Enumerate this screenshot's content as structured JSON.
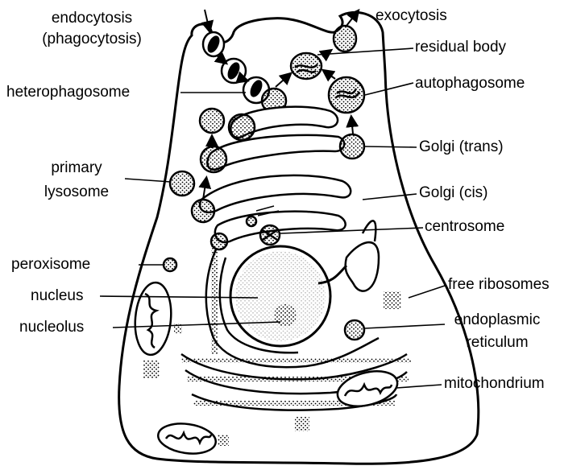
{
  "labels": {
    "endocytosis": "endocytosis",
    "phagocytosis": "(phagocytosis)",
    "exocytosis": "exocytosis",
    "residual_body": "residual body",
    "heterophagosome": "heterophagosome",
    "autophagosome": "autophagosome",
    "golgi_trans": "Golgi (trans)",
    "primary": "primary",
    "lysosome": "lysosome",
    "golgi_cis": "Golgi (cis)",
    "centrosome": "centrosome",
    "peroxisome": "peroxisome",
    "nucleus": "nucleus",
    "free_ribosomes": "free ribosomes",
    "nucleolus": "nucleolus",
    "endoplasmic": "endoplasmic",
    "reticulum": "reticulum",
    "mitochondrium": "mitochondrium"
  },
  "colors": {
    "ink": "#000000",
    "background": "#ffffff"
  }
}
